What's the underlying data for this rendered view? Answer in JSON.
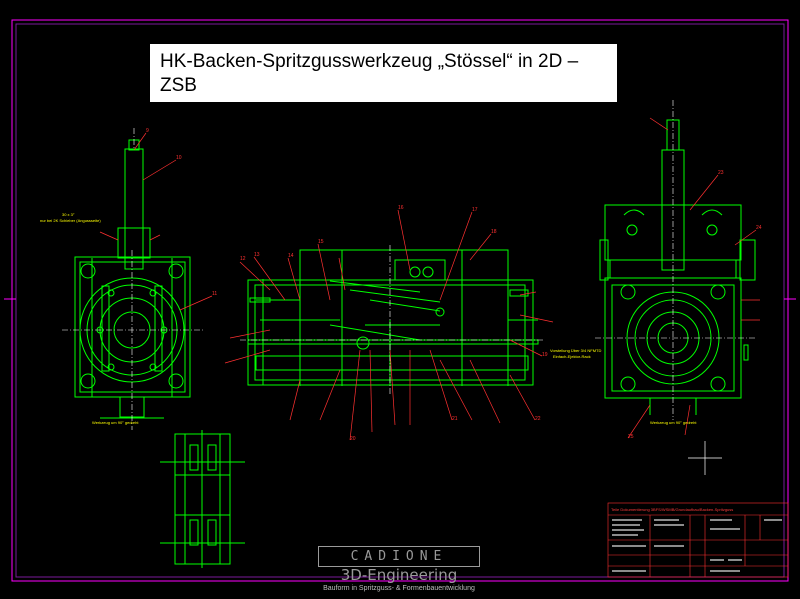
{
  "title": "HK-Backen-Spritzgusswerkzeug „Stössel“ in 2D – ZSB",
  "watermark": {
    "logo_text": "CADIONE",
    "tagline": "3D-Engineering",
    "subline": "Bauform in Spritzguss- & Formenbauentwicklung"
  },
  "annotations": {
    "left_view_note_1": "30 x 3°",
    "left_view_note_2": "nur bei 2K Schieber (Angussseite)",
    "left_view_bottom": "Werkzeug um 90° gedreht",
    "right_view_bottom": "Werkzeug um 90° gedreht",
    "section_note_1": "Vorstellung Über 3/4 NFMTD",
    "section_note_2": "Einfach-Ejektor-Rack",
    "title_block_header": "Teile Dokumentierung 3BFS/WSMB/Grundaufbau/Backen-Spritzguss"
  },
  "colors": {
    "background": "#000000",
    "geometry": "#00ff00",
    "frame": "#ff00ff",
    "centerlines": "#ffffff",
    "balloons": "#ff3030",
    "notes": "#ffff00"
  }
}
